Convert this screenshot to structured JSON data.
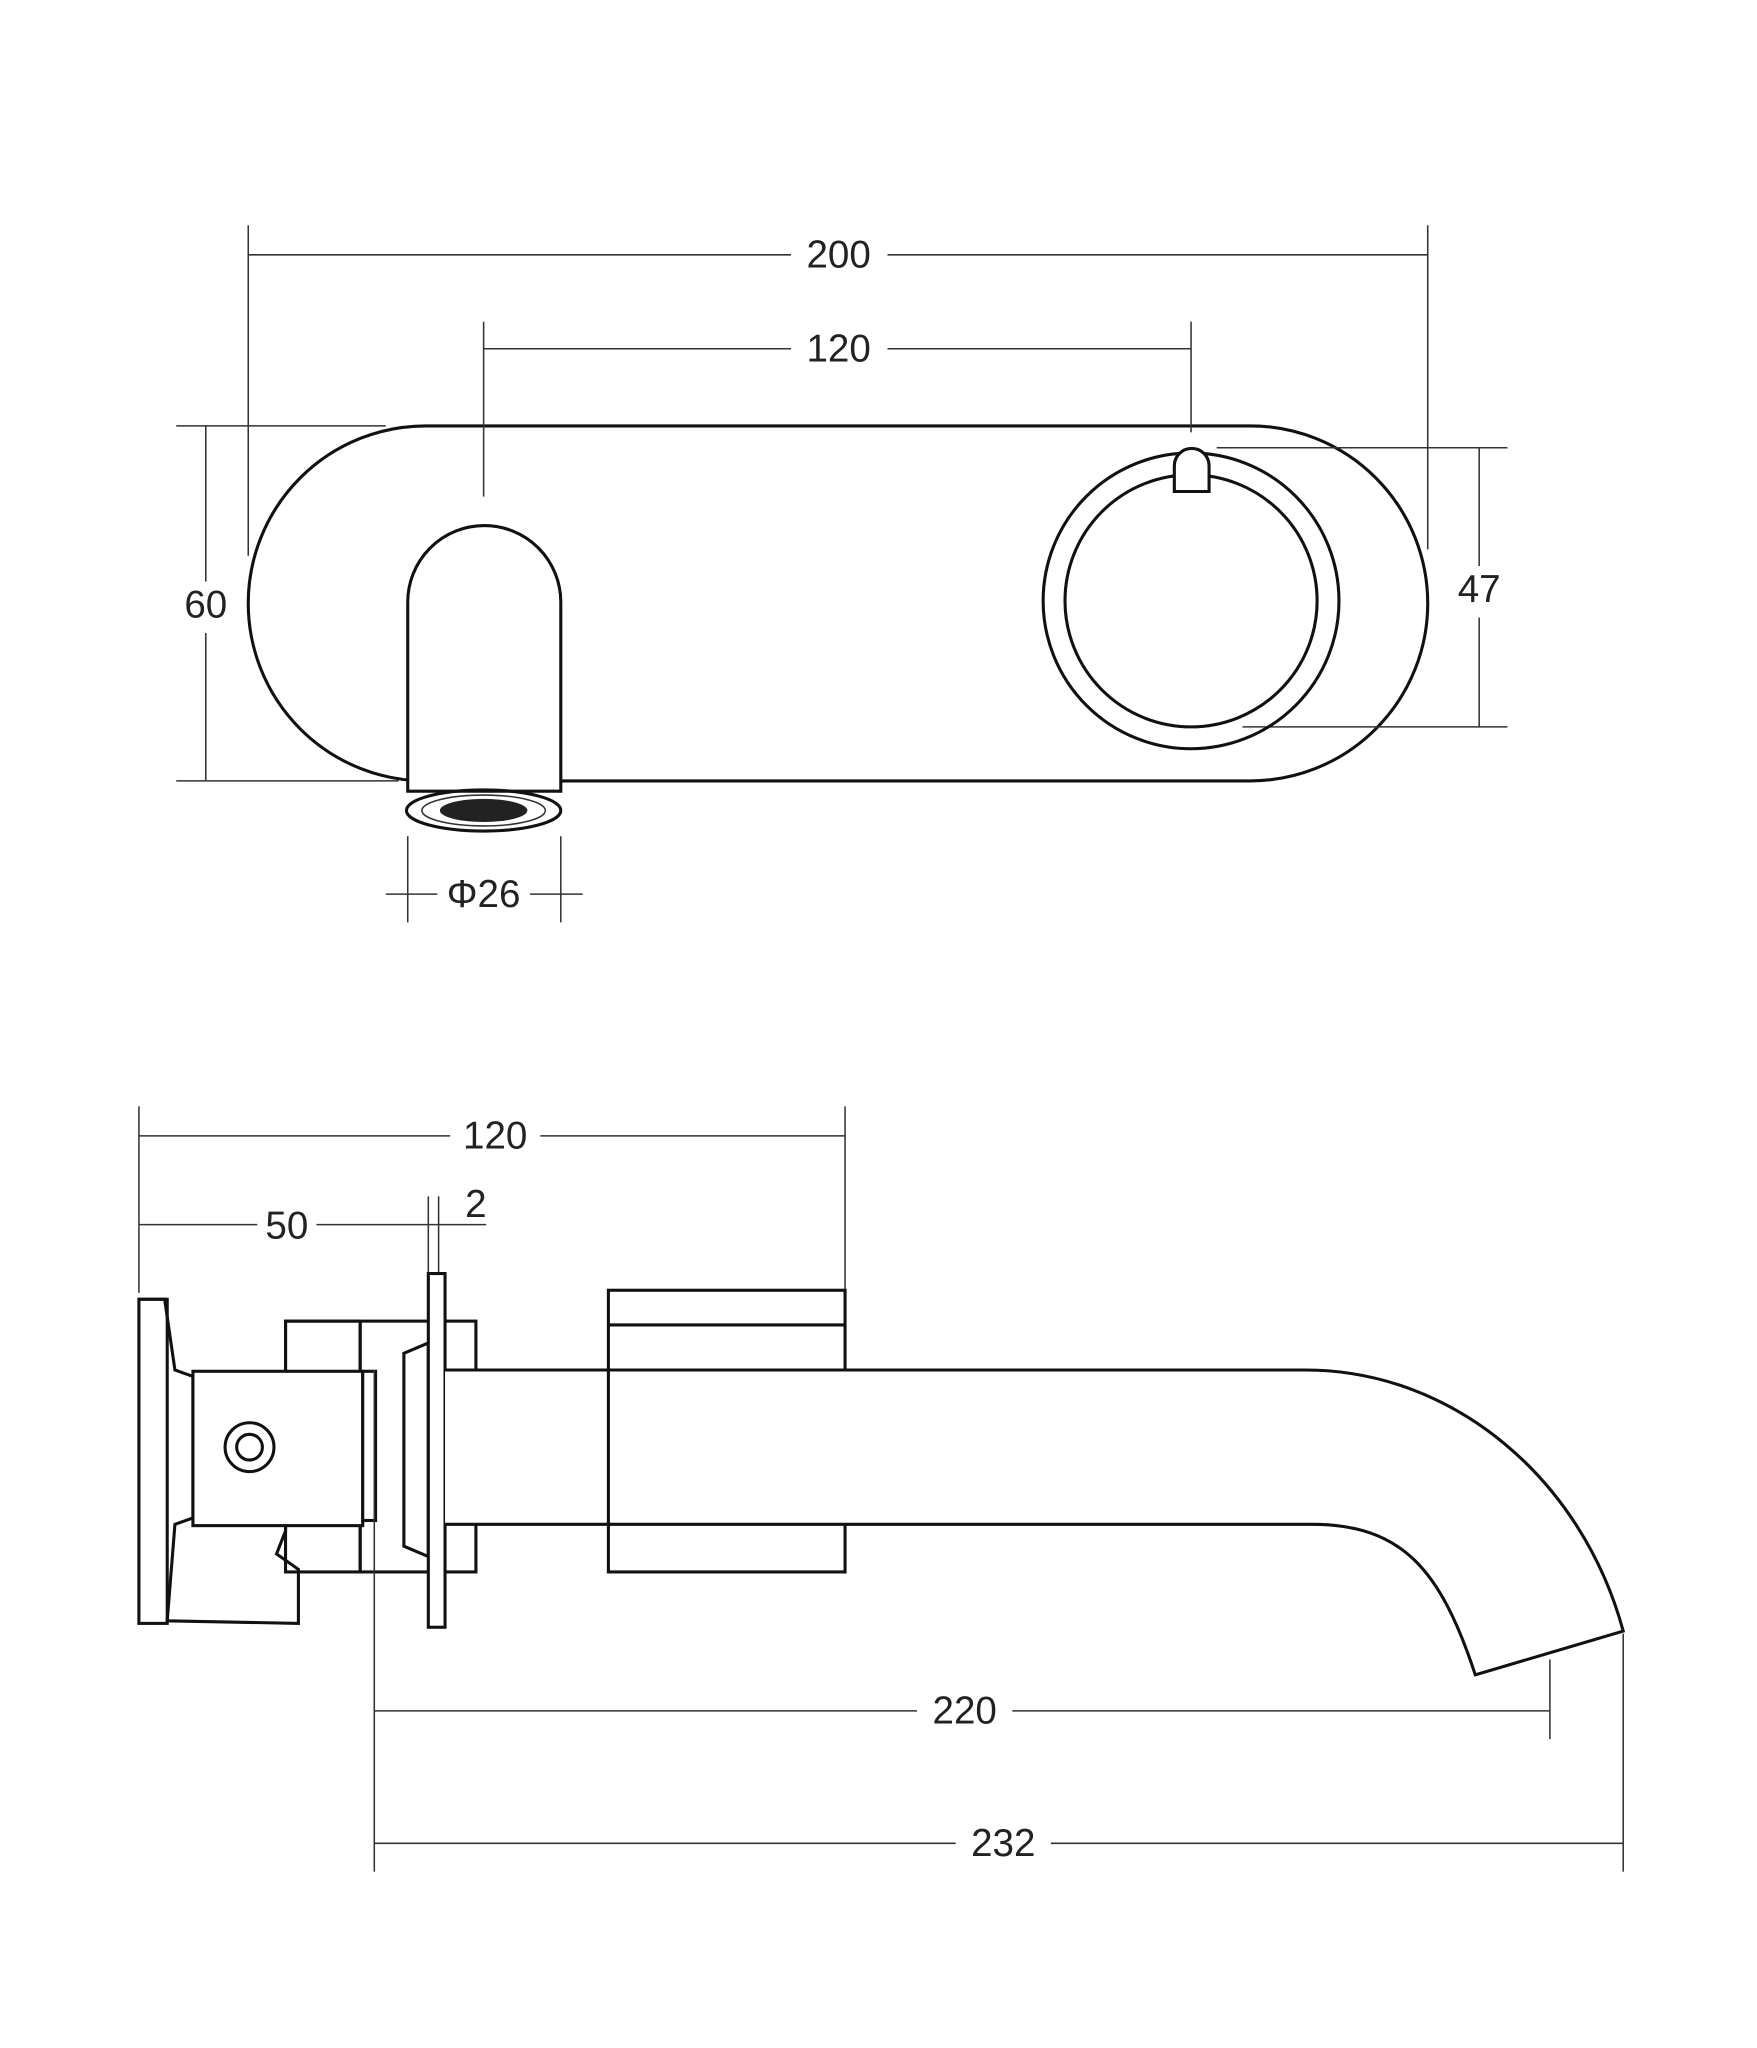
{
  "front_view": {
    "dimensions": {
      "overall_width": "200",
      "spout_to_handle_centers": "120",
      "plate_height": "60",
      "handle_diameter": "47",
      "spout_diameter": "Φ26"
    }
  },
  "side_view": {
    "dimensions": {
      "body_depth": "120",
      "wall_to_flange": "50",
      "flange_thickness": "2",
      "spout_reach_outlet": "220",
      "spout_reach_overall": "232"
    }
  }
}
